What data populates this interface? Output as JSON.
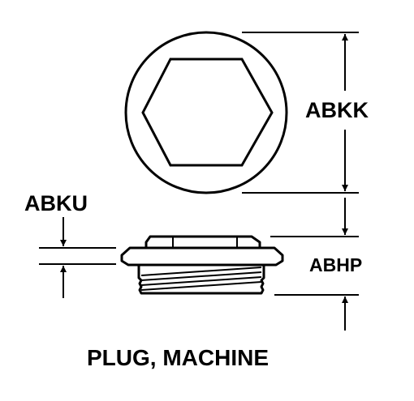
{
  "diagram": {
    "caption": "PLUG, MACHINE",
    "dimensions": {
      "abkk": "ABKK",
      "abku": "ABKU",
      "abhp": "ABHP"
    }
  }
}
